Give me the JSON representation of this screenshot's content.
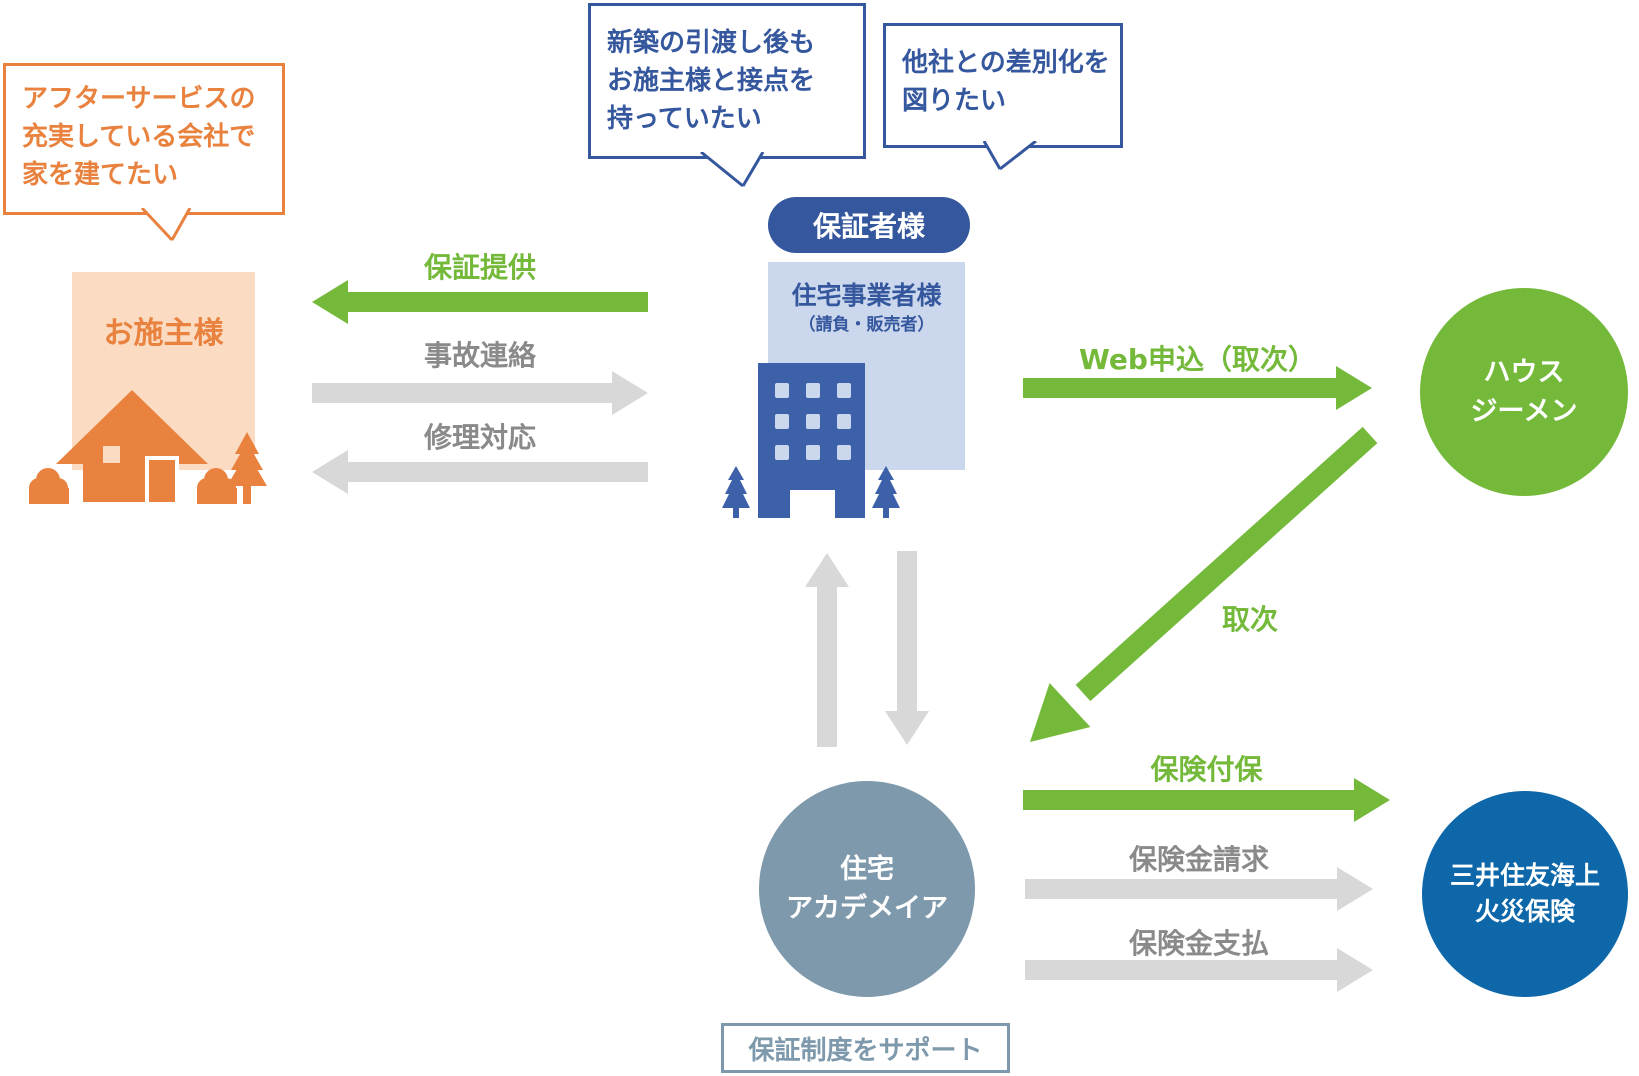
{
  "bubbles": {
    "owner": {
      "lines": [
        "アフターサービスの",
        "充実している会社で",
        "家を建てたい"
      ]
    },
    "builder": {
      "lines": [
        "新築の引渡し後も",
        "お施主様と接点を",
        "持っていたい"
      ]
    },
    "differentiation": {
      "lines": [
        "他社との差別化を",
        "図りたい"
      ]
    }
  },
  "entities": {
    "owner": {
      "label": "お施主様"
    },
    "guarantor": {
      "label": "保証者様"
    },
    "builder": {
      "title": "住宅事業者様",
      "subtitle": "（請負・販売者）"
    },
    "house_gmen": {
      "line1": "ハウス",
      "line2": "ジーメン"
    },
    "academia": {
      "line1": "住宅",
      "line2": "アカデメイア"
    },
    "insurance": {
      "line1": "三井住友海上",
      "line2": "火災保険"
    },
    "support_box": {
      "label": "保証制度をサポート"
    }
  },
  "arrows": {
    "guarantee_provide": {
      "label": "保証提供",
      "direction": "left",
      "style": "green"
    },
    "accident_report": {
      "label": "事故連絡",
      "direction": "right",
      "style": "gray"
    },
    "repair_response": {
      "label": "修理対応",
      "direction": "left",
      "style": "gray"
    },
    "web_application": {
      "label": "Web申込（取次）",
      "direction": "right",
      "style": "green"
    },
    "agency": {
      "label": "取次",
      "direction": "down-left",
      "style": "green"
    },
    "insurance_coverage": {
      "label": "保険付保",
      "direction": "right",
      "style": "green"
    },
    "claim": {
      "label": "保険金請求",
      "direction": "right",
      "style": "gray"
    },
    "payment": {
      "label": "保険金支払",
      "direction": "right",
      "style": "gray"
    },
    "building_to_academia": {
      "label": "",
      "direction": "up-down",
      "style": "gray"
    }
  },
  "colors": {
    "orange": "#E8823E",
    "peach": "#FBDCC2",
    "dark_blue": "#35579E",
    "building_blue": "#3C61A9",
    "light_blue": "#CBD7ED",
    "green": "#74B93A",
    "slate_blue": "#7E99AB",
    "insurance_blue": "#0E67A9",
    "arrow_gray": "#D8D8D8",
    "label_gray": "#8A8A8A"
  }
}
